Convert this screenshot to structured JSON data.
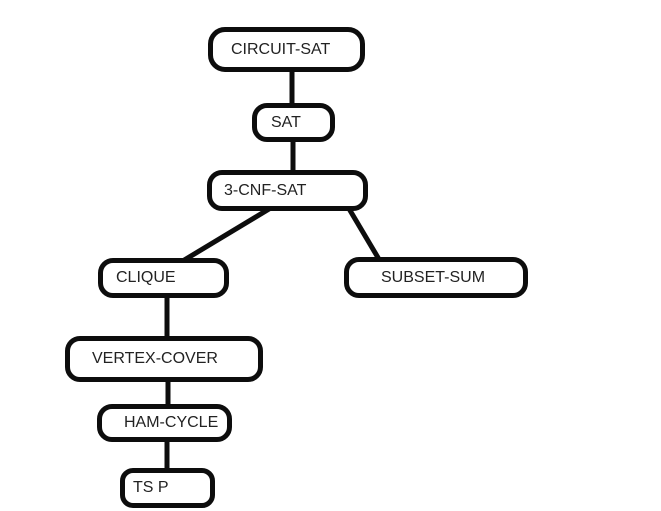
{
  "diagram": {
    "nodes": [
      {
        "id": "circuit-sat",
        "label": "CIRCUIT-SAT"
      },
      {
        "id": "sat",
        "label": "SAT"
      },
      {
        "id": "3-cnf-sat",
        "label": "3-CNF-SAT"
      },
      {
        "id": "clique",
        "label": "CLIQUE"
      },
      {
        "id": "subset-sum",
        "label": "SUBSET-SUM"
      },
      {
        "id": "vertex-cover",
        "label": "VERTEX-COVER"
      },
      {
        "id": "ham-cycle",
        "label": "HAM-CYCLE"
      },
      {
        "id": "tsp",
        "label": "TS P"
      }
    ],
    "edges": [
      {
        "from": "CIRCUIT-SAT",
        "to": "SAT"
      },
      {
        "from": "SAT",
        "to": "3-CNF-SAT"
      },
      {
        "from": "3-CNF-SAT",
        "to": "CLIQUE"
      },
      {
        "from": "3-CNF-SAT",
        "to": "SUBSET-SUM"
      },
      {
        "from": "CLIQUE",
        "to": "VERTEX-COVER"
      },
      {
        "from": "VERTEX-COVER",
        "to": "HAM-CYCLE"
      },
      {
        "from": "HAM-CYCLE",
        "to": "TS P"
      }
    ],
    "colors": {
      "stroke": "#0d0d0d",
      "background": "#ffffff",
      "text": "#222222"
    }
  }
}
